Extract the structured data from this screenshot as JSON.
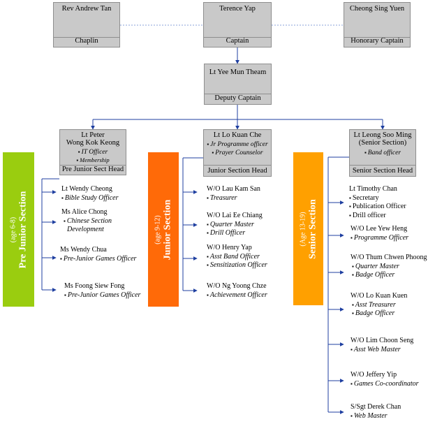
{
  "top": {
    "chaplin": {
      "name": "Rev Andrew Tan",
      "role": "Chaplin"
    },
    "captain": {
      "name": "Terence Yap",
      "role": "Captain"
    },
    "honorary": {
      "name": "Cheong Sing Yuen",
      "role": "Honorary Captain"
    },
    "deputy": {
      "name": "Lt Yee Mun Theam",
      "role": "Deputy Captain"
    }
  },
  "heads": {
    "prejunior": {
      "name_1": "Lt Peter",
      "name_2": "Wong Kok Keong",
      "items": [
        "IT Officer",
        "Membership"
      ],
      "role": "Pre Junior Sect Head"
    },
    "junior": {
      "name": "Lt Lo Kuan Che",
      "items": [
        "Jr Programme officer",
        "Prayer Counselor"
      ],
      "role": "Junior Section Head"
    },
    "senior": {
      "name_1": "Lt Leong Soo Ming",
      "name_2": "(Senior Section)",
      "items": [
        "Band officer"
      ],
      "role": "Senior Section Head"
    }
  },
  "sections": {
    "prejunior": {
      "age": "(age 6-8)",
      "title": "Pre Junior Section",
      "color": "#9acd0f"
    },
    "junior": {
      "age": "(age 9-12)",
      "title": "Junior Section",
      "color": "#ff6a08"
    },
    "senior": {
      "age": "(Age 13-19)",
      "title": "Senior Section",
      "color": "#ffa000"
    }
  },
  "members": {
    "prejunior": [
      {
        "name": "Lt Wendy Cheong",
        "roles": [
          "Bible Study Officer"
        ]
      },
      {
        "name": "Ms Alice Chong",
        "roles": [
          "Chinese Section",
          "Development"
        ]
      },
      {
        "name": "Ms Wendy Chua",
        "roles": [
          "Pre-Junior Games Officer"
        ]
      },
      {
        "name": "Ms Foong Siew Fong",
        "roles": [
          "Pre-Junior Games Officer"
        ]
      }
    ],
    "junior": [
      {
        "name": "W/O Lau Kam San",
        "roles": [
          "Treasurer"
        ]
      },
      {
        "name": "W/O Lai Ee Chiang",
        "roles": [
          "Quarter Master",
          "Drill Officer"
        ]
      },
      {
        "name": "W/O Henry Yap",
        "roles": [
          "Asst Band Officer",
          "Sensitization Officer"
        ]
      },
      {
        "name": "W/O Ng Yoong Chze",
        "roles": [
          "Achievement Officer"
        ]
      }
    ],
    "senior": [
      {
        "name": "Lt Timothy Chan",
        "roles": [
          "Secretary",
          "Publication Officer",
          "Drill officer"
        ]
      },
      {
        "name": "W/O Lee Yew Heng",
        "roles": [
          "Programme Officer"
        ]
      },
      {
        "name": "W/O Thum Chwen Phoong",
        "roles": [
          "Quarter Master",
          "Badge Officer"
        ]
      },
      {
        "name": "W/O Lo Kuan Kuen",
        "roles": [
          "Asst Treasurer",
          "Badge Officer"
        ]
      },
      {
        "name": "W/O Lim Choon Seng",
        "roles": [
          "Asst Web Master"
        ]
      },
      {
        "name": "W/O Jeffery Yip",
        "roles": [
          "Games Co-coordinator"
        ]
      },
      {
        "name": "S/Sgt Derek Chan",
        "roles": [
          "Web Master"
        ]
      }
    ]
  },
  "colors": {
    "connector": "#1f3fa0",
    "box_fill": "#c9c9c9",
    "box_border": "#8e8e8e",
    "dotted": "#8aa0d8"
  }
}
